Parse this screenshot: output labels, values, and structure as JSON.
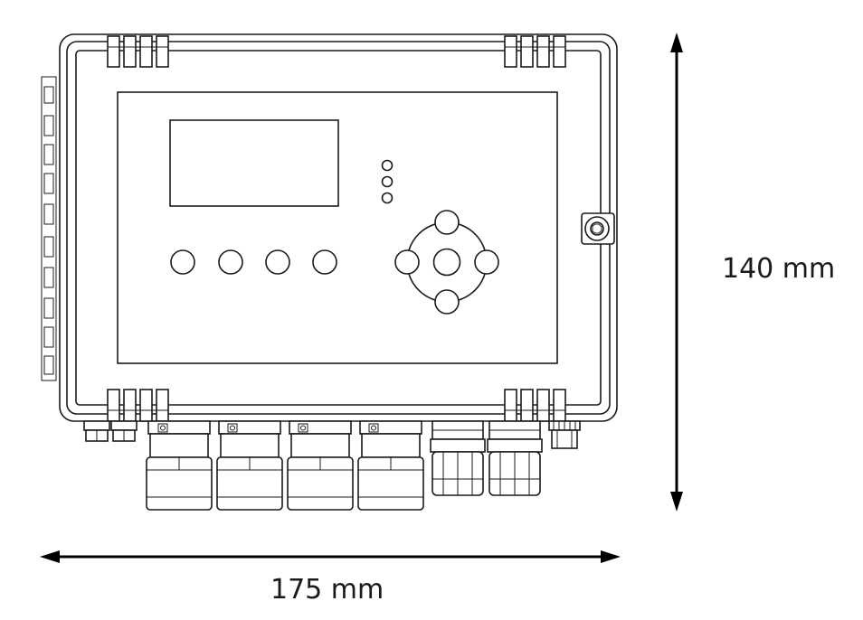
{
  "dimensions": {
    "height_label": "140 mm",
    "width_label": "175 mm"
  },
  "device": {
    "front_buttons": 4,
    "status_leds": 3,
    "nav_pad_buttons": 5,
    "large_cable_glands": 4,
    "small_cable_glands": 2
  },
  "colors": {
    "line": "#1a1a1a",
    "background": "#ffffff"
  }
}
